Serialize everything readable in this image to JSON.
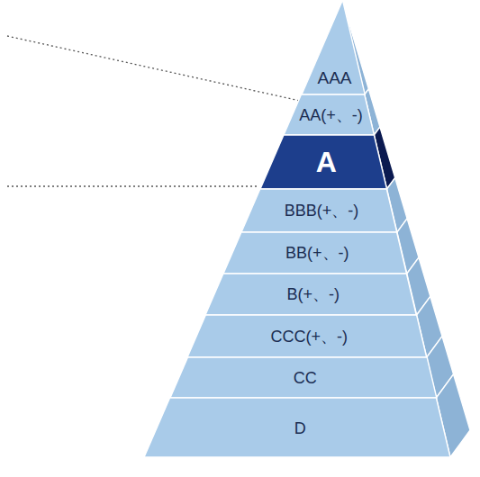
{
  "diagram": {
    "nodes": [
      {
        "text": [
          "AAA"
        ]
      },
      {
        "text": [
          "AA(+、-)"
        ]
      },
      {
        "text": [
          "A"
        ]
      },
      {
        "text": [
          "BBB(+、-)"
        ]
      },
      {
        "text": [
          "BB(+、-)"
        ]
      },
      {
        "text": [
          "B(+、-)"
        ]
      },
      {
        "text": [
          "CCC(+、-)"
        ]
      },
      {
        "text": [
          "CC"
        ]
      },
      {
        "text": [
          "D"
        ]
      }
    ]
  }
}
